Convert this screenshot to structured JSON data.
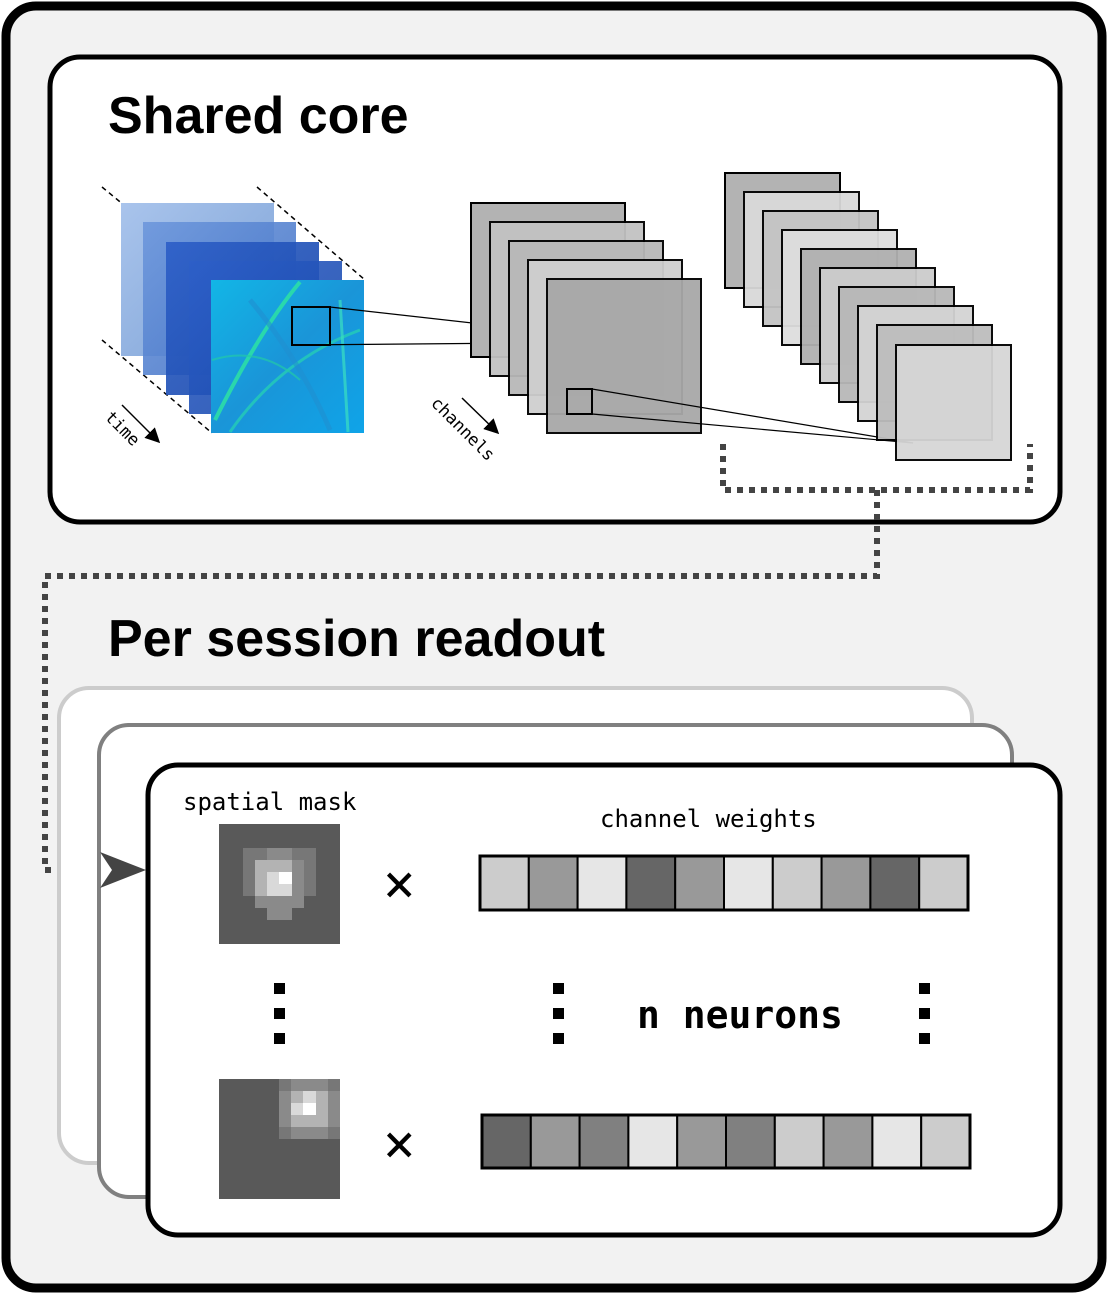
{
  "core": {
    "title": "Shared core",
    "time_label": "time",
    "channels_label": "channels"
  },
  "readout": {
    "title": "Per session readout",
    "spatial_mask_label": "spatial mask",
    "channel_weights_label": "channel weights",
    "neurons_label": "n neurons",
    "multiply_symbol": "×",
    "weights_top": [
      "#cccccc",
      "#999999",
      "#e6e6e6",
      "#666666",
      "#999999",
      "#e6e6e6",
      "#cccccc",
      "#999999",
      "#666666",
      "#cccccc"
    ],
    "weights_bottom": [
      "#666666",
      "#999999",
      "#808080",
      "#e6e6e6",
      "#999999",
      "#808080",
      "#cccccc",
      "#999999",
      "#e6e6e6",
      "#cccccc"
    ]
  }
}
